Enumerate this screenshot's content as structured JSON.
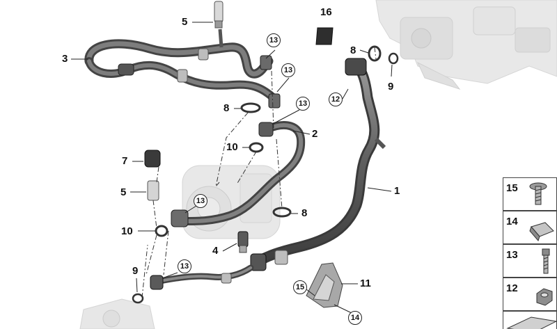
{
  "diagram": {
    "labels": {
      "l1": "1",
      "l2": "2",
      "l3": "3",
      "l4": "4",
      "l5a": "5",
      "l5b": "5",
      "l7": "7",
      "l8a": "8",
      "l8b": "8",
      "l8c": "8",
      "l9a": "9",
      "l9b": "9",
      "l10a": "10",
      "l10b": "10",
      "l11": "11",
      "l16": "16"
    },
    "circled": {
      "c13a": "13",
      "c13b": "13",
      "c13c": "13",
      "c13d": "13",
      "c13e": "13",
      "c12": "12",
      "c15": "15",
      "c14": "14"
    },
    "parts_panel": [
      {
        "number": "15",
        "icon": "screw-flange-icon"
      },
      {
        "number": "14",
        "icon": "clip-nut-icon"
      },
      {
        "number": "13",
        "icon": "bolt-icon"
      },
      {
        "number": "12",
        "icon": "hex-nut-icon"
      },
      {
        "number": "",
        "icon": "shim-plate-icon"
      }
    ]
  }
}
